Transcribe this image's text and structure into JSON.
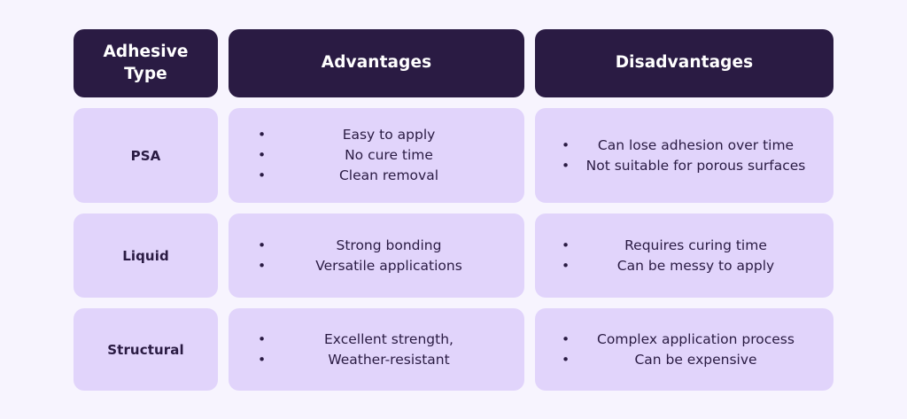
{
  "page": {
    "background_color": "#F7F4FE",
    "header_bg_color": "#2A1B43",
    "cell_bg_color": "#E1D4FB",
    "header_text_color": "#FFFFFF",
    "body_text_color": "#2A1B43"
  },
  "table": {
    "headers": [
      {
        "label": "Adhesive\nType"
      },
      {
        "label": "Advantages"
      },
      {
        "label": "Disadvantages"
      }
    ],
    "rows": [
      {
        "type": "PSA",
        "advantages": [
          "Easy to apply",
          "No cure time",
          "Clean removal"
        ],
        "disadvantages": [
          "Can lose adhesion over time",
          "Not suitable for porous surfaces"
        ]
      },
      {
        "type": "Liquid",
        "advantages": [
          "Strong bonding",
          "Versatile applications"
        ],
        "disadvantages": [
          "Requires curing time",
          "Can be messy to apply"
        ]
      },
      {
        "type": "Structural",
        "advantages": [
          "Excellent strength,",
          "Weather-resistant"
        ],
        "disadvantages": [
          "Complex application process",
          "Can be expensive"
        ]
      }
    ],
    "bullet_glyph": "•"
  }
}
